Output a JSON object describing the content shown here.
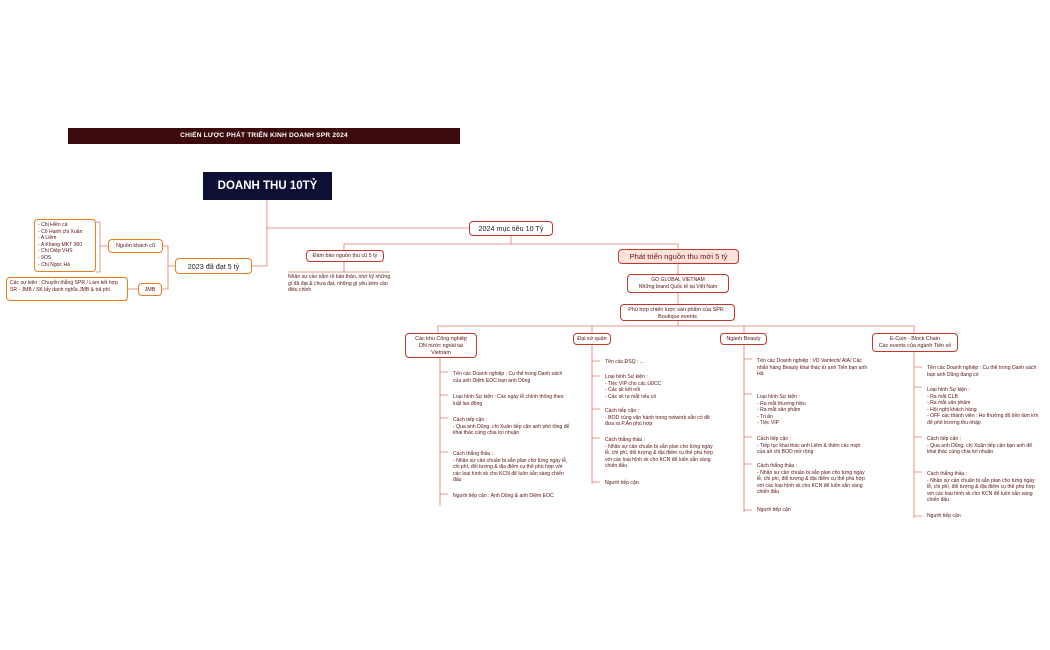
{
  "banner": "CHIẾN LƯỢC PHÁT TRIỂN KINH DOANH SPR 2024",
  "root": "DOANH THU 10TỶ",
  "left": {
    "main": "2023 đã đạt 5 tỷ",
    "source": "Nguồn khách cũ",
    "names": "- Chị Hiền cá\n- Cô Hạnh chị Xuân\n- A Liêm\n- A Khang MKT 360\n- Chị Diệp VHS\n- 9OS\n- Chị Ngọc Hà",
    "jmb": "JMB",
    "event_desc": "Các sự kiện : Chuyển thẳng SPR / Làm kết hợp SR - JMB / SK lấy danh nghĩa JMB & trả phí"
  },
  "target": "2024 mục tiêu 10 Tỷ",
  "keep": {
    "label": "Đảm bảo nguồn thu cũ 5 tỷ",
    "note": "Nhân sự cần nắm rõ bản thân, nhớ kỹ những gì đã đạt & chưa đạt, những gì yêu kém cần điều chỉnh"
  },
  "develop": {
    "label": "Phát triển nguồn thu mới 5 tỷ",
    "global": "GO GLOBAL VIETNAM\nNhững brand Quốc tế tại Việt Nam",
    "strategy": "Phù hợp chiến lược sản phẩm của SPR : Boutique events"
  },
  "branches": [
    {
      "label": "Các khu Công nghiệp\nDN nước ngoài tại Vietnam",
      "items": [
        "Tên các Doanh nghiệp : Cụ thể trong Danh sách của anh Diệm EOC bạn anh Dũng",
        "Loại hình Sự kiện : Các ngày lễ chính thống theo luật lao động",
        "Cách tiếp cận :\n- Qua anh Dũng, chị Xuân tiếp cận anh phó tổng để khai thác cùng chia lợi nhuận",
        "Cách thắng thầu :\n- Nhân sự cần chuẩn bị sẵn plan cho từng ngày lễ, chi phí, đối tượng & địa điểm cụ thể phù hợp với các loại hình sk cho KCN để luôn sẵn sàng chiến đấu",
        "Người tiếp cận : Anh Dũng & anh Diệm EOC"
      ]
    },
    {
      "label": "Đại sứ quán",
      "items": [
        "Tên các ĐSQ : ...",
        "Loại hình Sự kiện :\n- Tiệc VIP cho các LĐCC\n- Các sk kết nối\n- Các sk ra mắt nếu có",
        "Cách tiếp cận :\n- BOD cùng vận hành trong network sẵn có để đưa ra P.Án phù hợp",
        "Cách thắng thầu :\n- Nhân sự cần chuẩn bị sẵn plan cho từng ngày lễ, chi phí, đối tượng & địa điểm cụ thể phù hợp với các loại hình sk cho KCN để luôn sẵn sàng chiến đấu",
        "Người tiếp cận"
      ]
    },
    {
      "label": "Ngành Beauty",
      "items": [
        "Tên các Doanh nghiệp : VD Vantech/ AIA/ Các nhãn hàng Beauty khai thác từ anh Tiến bạn anh Hà",
        "Loại hình Sự kiện :\n- Ra mắt thương hiệu\n- Ra mắt sản phẩm\n- Tri ân\n- Tiệc VIP",
        "Cách tiếp cận :\n- Tiếp tục khai thác anh Liêm & thêm các mqh của ah chị BOD mở rộng",
        "Cách thắng thầu :\n- Nhân sự cần chuẩn bị sẵn plan cho từng ngày lễ, chi phí, đối tượng & địa điểm cụ thể phù hợp với các loại hình sk cho KCN để luôn sẵn sàng chiến đấu",
        "Người tiếp cận"
      ]
    },
    {
      "label": "E-Coin - Block Chain\nCác events của ngành Tiền số",
      "items": [
        "Tên các Doanh nghiệp : Cụ thể trong Danh sách bạn anh Dũng đang có",
        "Loại hình Sự kiện :\n- Ra mắt CLB\n- Ra mắt sản phẩm\n- Hội nghị khách hàng\n- OFF các thành viên : Họ thường đổ tiền làm lớn để phô trương thu nhập",
        "Cách tiếp cận :\n- Qua anh Dũng, chị Xuân tiếp cận bạn anh để khai thác cùng chia lợi nhuận",
        "Cách thắng thầu :\n- Nhân sự cần chuẩn bị sẵn plan cho từng ngày lễ, chi phí, đối tượng & địa điểm cụ thể phù hợp với các loại hình sk cho KCN để luôn sẵn sàng chiến đấu",
        "Người tiếp cận"
      ]
    }
  ]
}
